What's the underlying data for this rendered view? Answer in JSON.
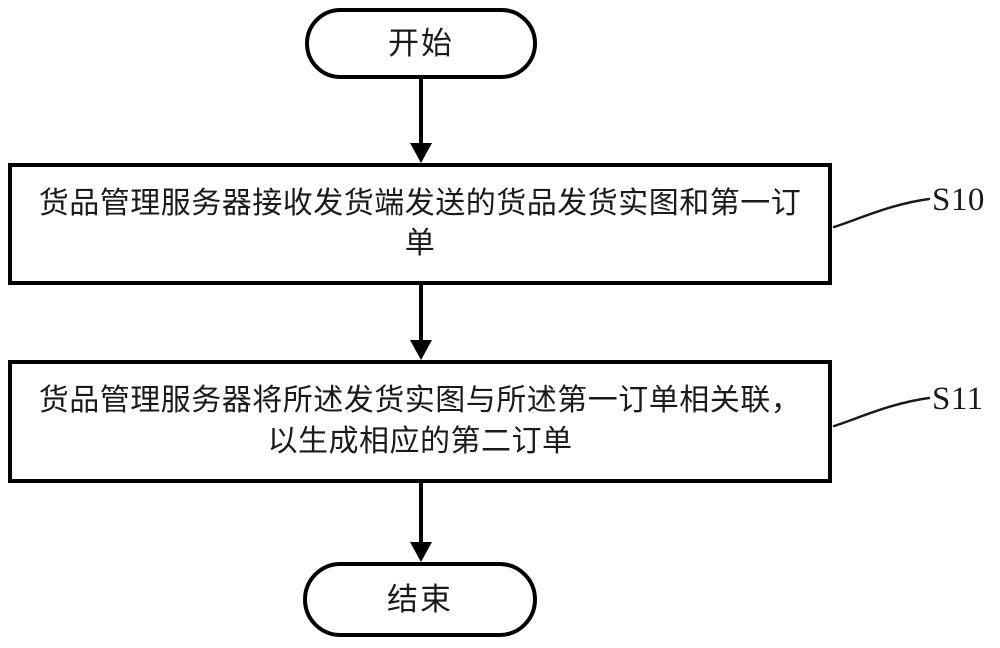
{
  "diagram": {
    "type": "flowchart",
    "orientation": "vertical",
    "background_color": "#ffffff",
    "stroke_color": "#000000",
    "text_color": "#1a1a1a",
    "nodes": [
      {
        "id": "start",
        "shape": "stadium",
        "label": "开始"
      },
      {
        "id": "s10",
        "shape": "rectangle",
        "label": "货品管理服务器接收发货端发送的货品发货实图和第一订单",
        "step_ref": "S10"
      },
      {
        "id": "s11",
        "shape": "rectangle",
        "label": "货品管理服务器将所述发货实图与所述第一订单相关联，以生成相应的第二订单",
        "step_ref": "S11"
      },
      {
        "id": "end",
        "shape": "stadium",
        "label": "结束"
      }
    ],
    "edges": [
      {
        "from": "start",
        "to": "s10",
        "style": "solid-arrow"
      },
      {
        "from": "s10",
        "to": "s11",
        "style": "solid-arrow"
      },
      {
        "from": "s11",
        "to": "end",
        "style": "solid-arrow"
      }
    ]
  }
}
